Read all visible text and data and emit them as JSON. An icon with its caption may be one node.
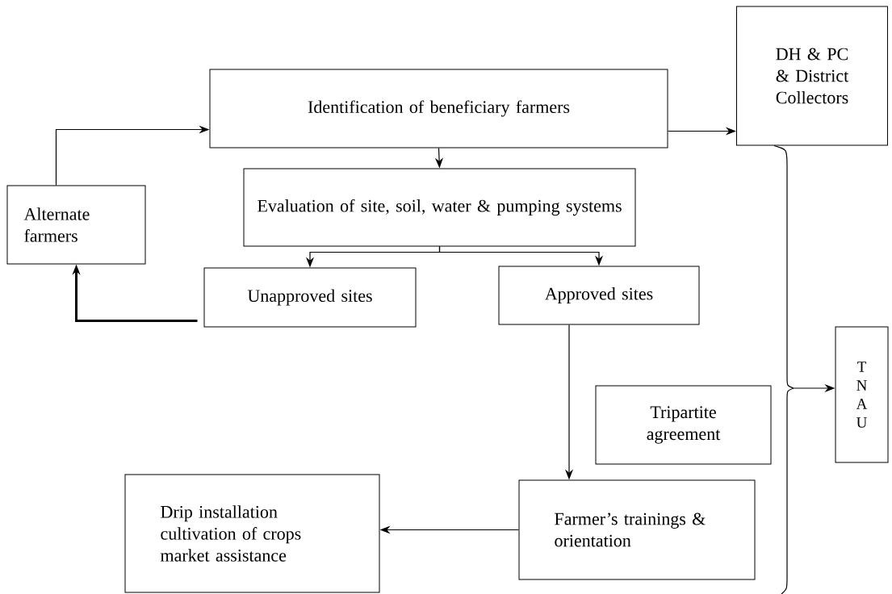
{
  "diagram": {
    "nodes": [
      {
        "text": [
          "Identification of beneficiary farmers"
        ]
      },
      {
        "text": [
          "DH & PC & District Collectors"
        ]
      },
      {
        "text": [
          "Alternate farmers"
        ]
      },
      {
        "text": [
          "Evaluation of site, soil, water & pumping systems"
        ]
      },
      {
        "text": [
          "Unapproved sites"
        ]
      },
      {
        "text": [
          "Approved sites"
        ]
      },
      {
        "text": [
          "T N A U"
        ]
      },
      {
        "text": [
          "Tripartite agreement"
        ]
      },
      {
        "text": [
          "Drip installation cultivation of crops market assistance"
        ]
      },
      {
        "text": [
          "Farmer’s trainings & orientation"
        ]
      }
    ],
    "edges": [
      {
        "from": 2,
        "to": 0,
        "arrow": "to"
      },
      {
        "from": 0,
        "to": 1,
        "arrow": "to"
      },
      {
        "from": 0,
        "to": 3,
        "arrow": "to"
      },
      {
        "from": 3,
        "to": 4,
        "arrow": "to"
      },
      {
        "from": 3,
        "to": 5,
        "arrow": "to"
      },
      {
        "from": 4,
        "to": 2,
        "arrow": "to",
        "style": "thick"
      },
      {
        "from": 5,
        "to": 9,
        "arrow": "to"
      },
      {
        "from": 9,
        "to": 8,
        "arrow": "to"
      },
      {
        "from": 1,
        "to": 6,
        "arrow": "to"
      }
    ]
  }
}
